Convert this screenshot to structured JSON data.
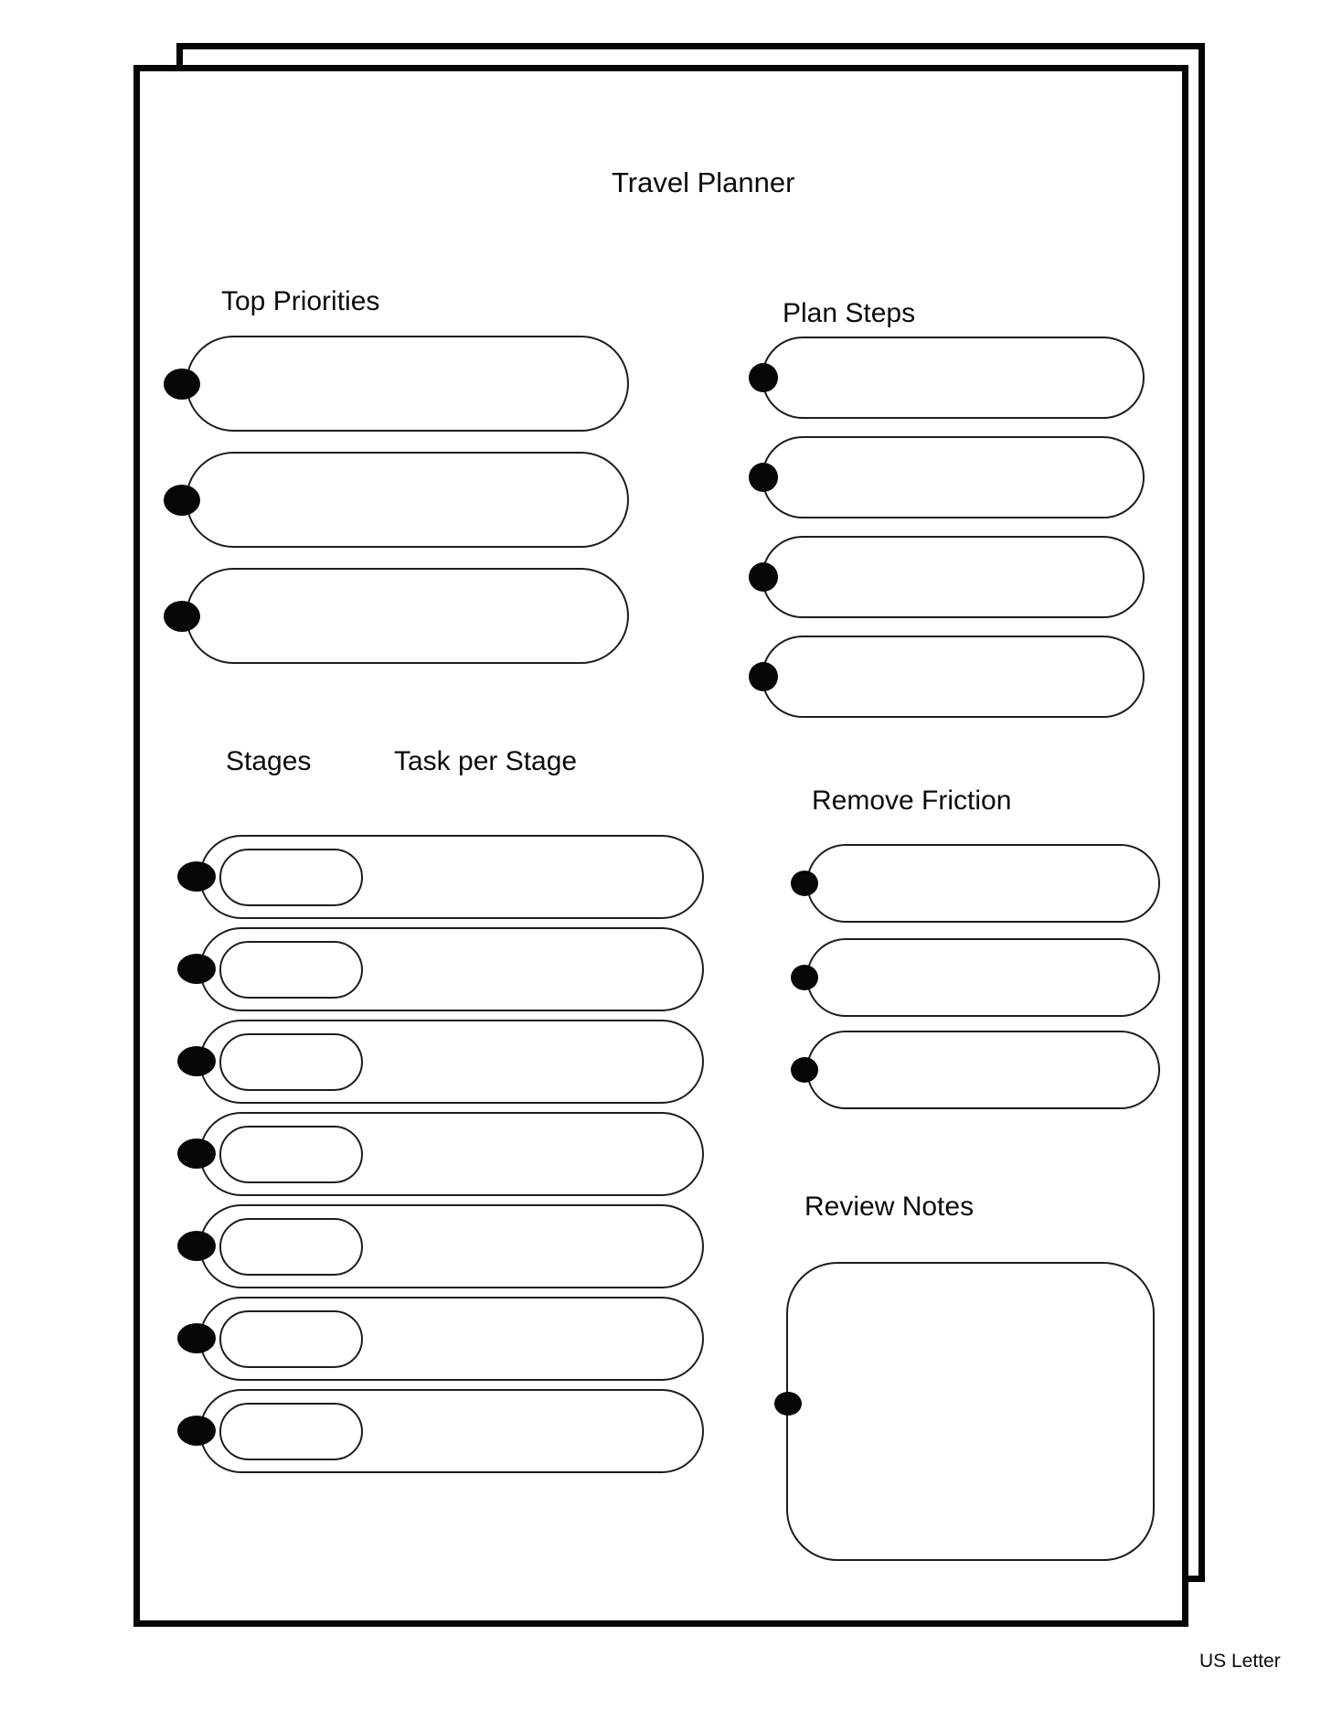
{
  "page": {
    "title": "Travel Planner",
    "footer": "US Letter"
  },
  "sections": {
    "top_priorities": {
      "label": "Top Priorities",
      "slots": 3
    },
    "plan_steps": {
      "label": "Plan Steps",
      "slots": 4
    },
    "stages": {
      "label": "Stages",
      "label2": "Task per Stage",
      "rows": 7
    },
    "remove_friction": {
      "label": "Remove Friction",
      "slots": 3
    },
    "review_notes": {
      "label": "Review Notes",
      "slots": 1
    }
  }
}
